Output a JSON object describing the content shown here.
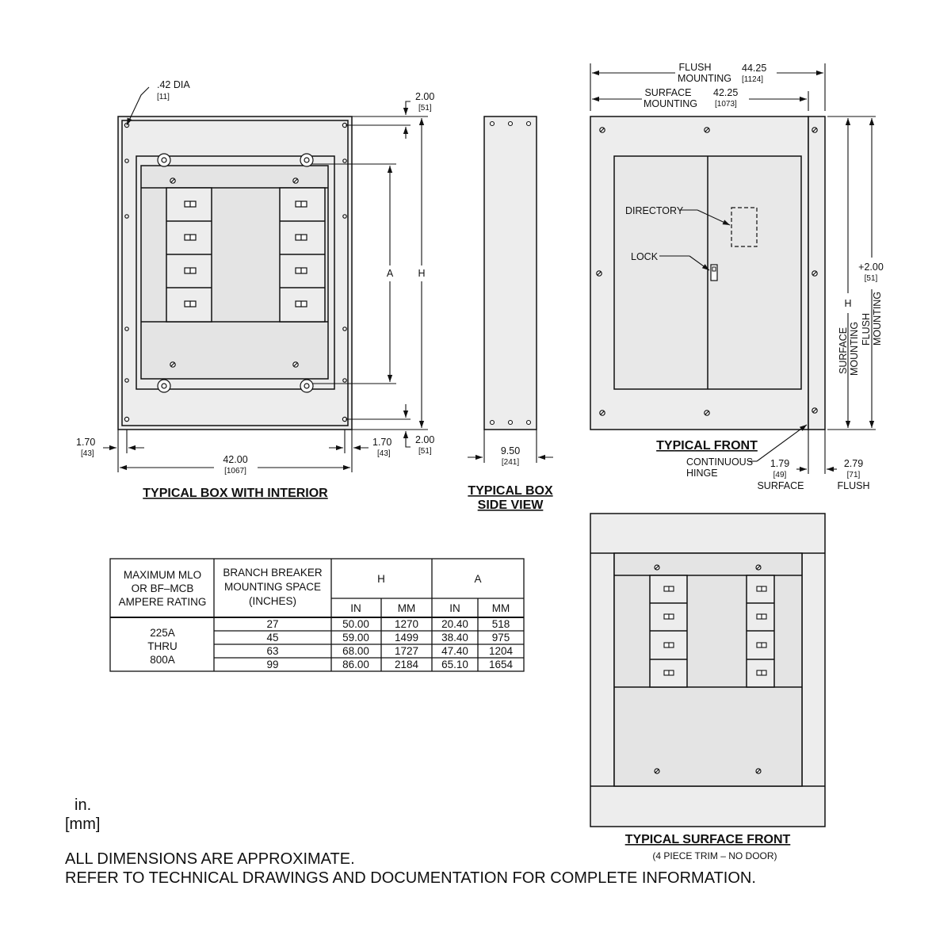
{
  "box_interior": {
    "title": "TYPICAL BOX WITH INTERIOR",
    "hole_dia": ".42 DIA",
    "hole_dia_mm": "[11]",
    "top_offset": "2.00",
    "top_offset_mm": "[51]",
    "bottom_offset": "2.00",
    "bottom_offset_mm": "[51]",
    "left_margin": "1.70",
    "left_margin_mm": "[43]",
    "right_margin": "1.70",
    "right_margin_mm": "[43]",
    "width": "42.00",
    "width_mm": "[1067]",
    "label_a": "A",
    "label_h": "H"
  },
  "side_view": {
    "title_line1": "TYPICAL BOX",
    "title_line2": "SIDE VIEW",
    "depth": "9.50",
    "depth_mm": "[241]"
  },
  "front": {
    "title": "TYPICAL FRONT",
    "flush_label_1": "FLUSH",
    "flush_label_2": "MOUNTING",
    "flush_width": "44.25",
    "flush_width_mm": "[1124]",
    "surface_label_1": "SURFACE",
    "surface_label_2": "MOUNTING",
    "surface_width": "42.25",
    "surface_width_mm": "[1073]",
    "directory": "DIRECTORY",
    "lock": "LOCK",
    "hinge_1": "CONTINUOUS",
    "hinge_2": "HINGE",
    "surface_depth": "1.79",
    "surface_depth_mm": "[49]",
    "surface_depth_label": "SURFACE",
    "flush_depth": "2.79",
    "flush_depth_mm": "[71]",
    "flush_depth_label": "FLUSH",
    "plus_h": "+2.00",
    "plus_h_mm": "[51]",
    "h_label": "H",
    "v_surface_1": "SURFACE",
    "v_surface_2": "MOUNTING",
    "v_flush_1": "FLUSH",
    "v_flush_2": "MOUNTING"
  },
  "table": {
    "header_rating": [
      "MAXIMUM MLO",
      "OR BF–MCB",
      "AMPERE RATING"
    ],
    "header_space": [
      "BRANCH BREAKER",
      "MOUNTING SPACE",
      "(INCHES)"
    ],
    "header_h": "H",
    "header_a": "A",
    "sub_in": "IN",
    "sub_mm": "MM",
    "rating_cell": [
      "225A",
      "THRU",
      "800A"
    ],
    "rows": [
      {
        "space": "27",
        "h_in": "50.00",
        "h_mm": "1270",
        "a_in": "20.40",
        "a_mm": "518"
      },
      {
        "space": "45",
        "h_in": "59.00",
        "h_mm": "1499",
        "a_in": "38.40",
        "a_mm": "975"
      },
      {
        "space": "63",
        "h_in": "68.00",
        "h_mm": "1727",
        "a_in": "47.40",
        "a_mm": "1204"
      },
      {
        "space": "99",
        "h_in": "86.00",
        "h_mm": "2184",
        "a_in": "65.10",
        "a_mm": "1654"
      }
    ]
  },
  "surface_front": {
    "title": "TYPICAL SURFACE FRONT",
    "subtitle": "(4 PIECE TRIM – NO DOOR)"
  },
  "units": {
    "line1": "in.",
    "line2": "[mm]"
  },
  "notes": {
    "line1": "ALL DIMENSIONS ARE APPROXIMATE.",
    "line2": "REFER TO TECHNICAL DRAWINGS AND DOCUMENTATION FOR COMPLETE INFORMATION."
  }
}
